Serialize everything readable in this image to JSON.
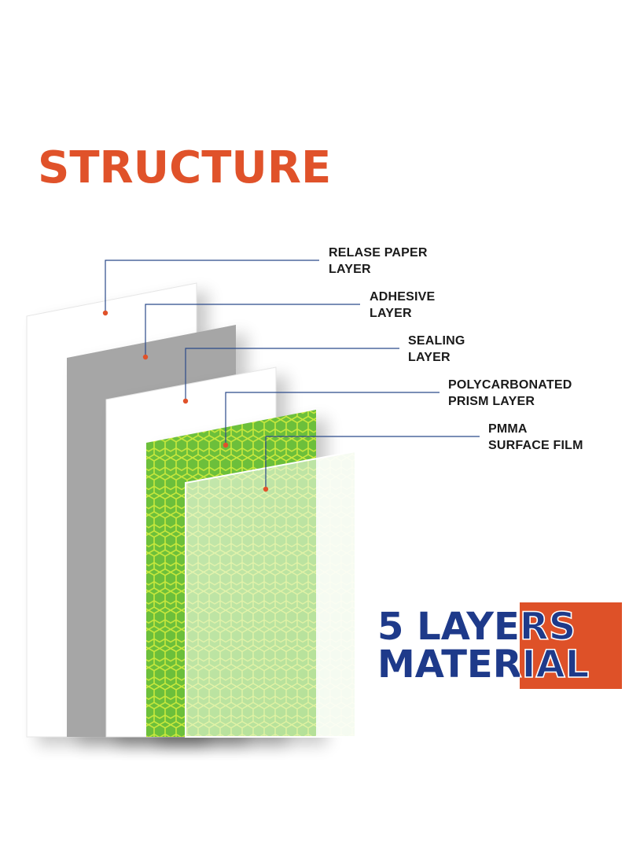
{
  "title": "STRUCTURE",
  "layers": [
    {
      "line1": "RELASE PAPER",
      "line2": "LAYER"
    },
    {
      "line1": "ADHESIVE",
      "line2": "LAYER"
    },
    {
      "line1": "SEALING",
      "line2": "LAYER"
    },
    {
      "line1": "POLYCARBONATED",
      "line2": "PRISM LAYER"
    },
    {
      "line1": "PMMA",
      "line2": "SURFACE FILM"
    }
  ],
  "badge": {
    "line1": "5 LAYERS",
    "line2": "MATERIAL"
  },
  "colors": {
    "title": "#e0522a",
    "leader_line": "#2b4a8a",
    "dot": "#e0522a",
    "adhesive": "#a6a6a6",
    "prism": "#6cbf3a",
    "badge_text": "#1e3a8a",
    "badge_box": "#de5128"
  }
}
